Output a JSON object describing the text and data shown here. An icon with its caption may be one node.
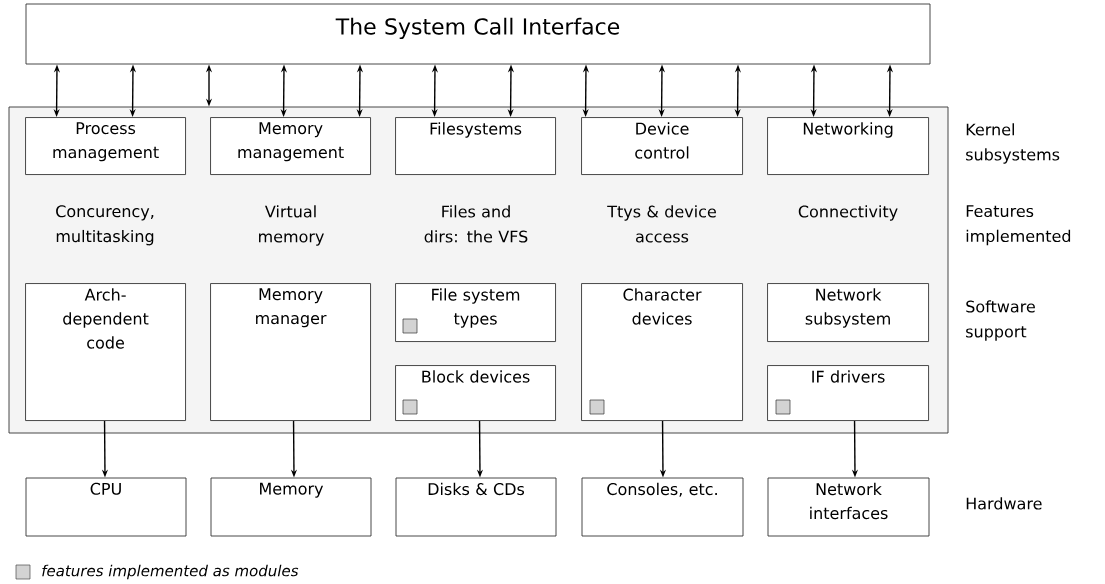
{
  "diagram": {
    "nodes": [
      {
        "text": [
          "The System Call Interface"
        ]
      },
      {
        "text": [],
        "shape": "box"
      },
      {
        "text": [
          "Process management"
        ],
        "in": 1
      },
      {
        "text": [
          "Memory management"
        ],
        "in": 1
      },
      {
        "text": [
          "Filesystems"
        ],
        "in": 1
      },
      {
        "text": [
          "Device control"
        ],
        "in": 1
      },
      {
        "text": [
          "Networking"
        ],
        "in": 1
      },
      {
        "text": [
          "Arch-dependent code"
        ],
        "in": 1
      },
      {
        "text": [
          "Memory manager"
        ],
        "in": 1
      },
      {
        "text": [
          "File system types"
        ],
        "in": 1
      },
      {
        "text": [
          "Block devices"
        ],
        "in": 1
      },
      {
        "text": [
          "Character devices"
        ],
        "in": 1
      },
      {
        "text": [
          "Network subsystem"
        ],
        "in": 1
      },
      {
        "text": [
          "IF drivers"
        ],
        "in": 1
      },
      {
        "text": [
          "CPU"
        ]
      },
      {
        "text": [
          "Memory"
        ]
      },
      {
        "text": [
          "Disks & CDs"
        ]
      },
      {
        "text": [
          "Consoles, etc."
        ]
      },
      {
        "text": [
          "Network interfaces"
        ]
      }
    ],
    "edges": [
      {
        "from": 0,
        "to": 2,
        "arrow": "both"
      },
      {
        "from": 0,
        "to": 2,
        "arrow": "both"
      },
      {
        "from": 0,
        "to": 1,
        "arrow": "both"
      },
      {
        "from": 0,
        "to": 3,
        "arrow": "both"
      },
      {
        "from": 0,
        "to": 3,
        "arrow": "both"
      },
      {
        "from": 0,
        "to": 4,
        "arrow": "both"
      },
      {
        "from": 0,
        "to": 4,
        "arrow": "both"
      },
      {
        "from": 0,
        "to": 5,
        "arrow": "both"
      },
      {
        "from": 0,
        "to": 5,
        "arrow": "both"
      },
      {
        "from": 0,
        "to": 5,
        "arrow": "both"
      },
      {
        "from": 0,
        "to": 6,
        "arrow": "both"
      },
      {
        "from": 0,
        "to": 6,
        "arrow": "both"
      },
      {
        "from": 7,
        "to": 14,
        "arrow": "to"
      },
      {
        "from": 8,
        "to": 15,
        "arrow": "to"
      },
      {
        "from": 10,
        "to": 16,
        "arrow": "to"
      },
      {
        "from": 11,
        "to": 17,
        "arrow": "to"
      },
      {
        "from": 13,
        "to": 18,
        "arrow": "to"
      }
    ],
    "labels": [
      "Kernel subsystems",
      "Concurency, multitasking",
      "Virtual memory",
      "Files and dirs: the VFS",
      "Ttys & device access",
      "Connectivity",
      "Features implemented",
      "Software support",
      "Hardware"
    ],
    "legend": [
      {
        "text": "features implemented as modules",
        "color": "#d3d3d3"
      }
    ]
  }
}
